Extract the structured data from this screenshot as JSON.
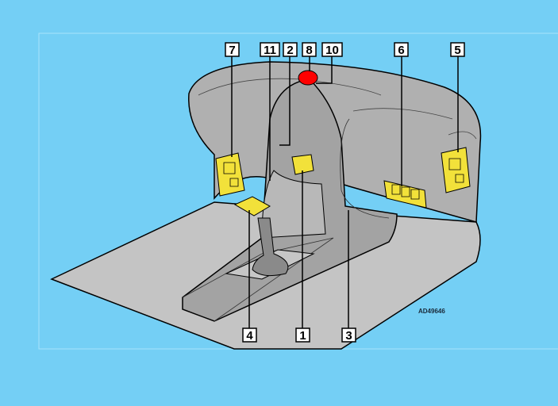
{
  "diagram": {
    "code": "AD49646",
    "labels": {
      "l1": "1",
      "l2": "2",
      "l3": "3",
      "l4": "4",
      "l5": "5",
      "l6": "6",
      "l7": "7",
      "l8": "8",
      "l10": "10",
      "l11": "11"
    },
    "colors": {
      "background": "#74cff5",
      "body": "#bdbdbd",
      "dash": "#a8a8a8",
      "component": "#f2e13a",
      "marker": "#ff0000"
    }
  }
}
